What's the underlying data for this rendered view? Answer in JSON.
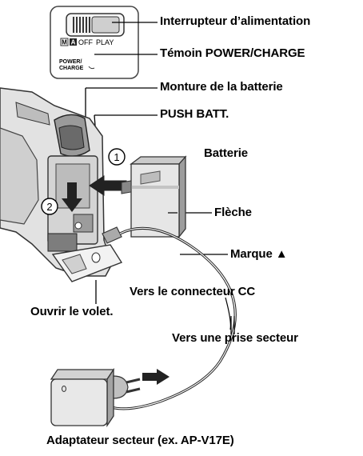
{
  "labels": {
    "power_switch": "Interrupteur d’alimentation",
    "power_charge_lamp": "Témoin POWER/CHARGE",
    "battery_mount": "Monture de la batterie",
    "push_batt": "PUSH BATT.",
    "battery": "Batterie",
    "arrow": "Flèche",
    "mark": "Marque ▲",
    "to_dc": "Vers le connecteur CC",
    "open_cover": "Ouvrir le volet.",
    "to_outlet": "Vers une prise secteur",
    "adapter": "Adaptateur secteur (ex. AP-V17E)"
  },
  "switch_panel": {
    "mode_m": "M",
    "mode_a": "A",
    "mode_off": "OFF",
    "mode_play": "PLAY",
    "lamp_line1": "POWER/",
    "lamp_line2": "CHARGE"
  },
  "steps": {
    "step1": "1",
    "step2": "2"
  }
}
